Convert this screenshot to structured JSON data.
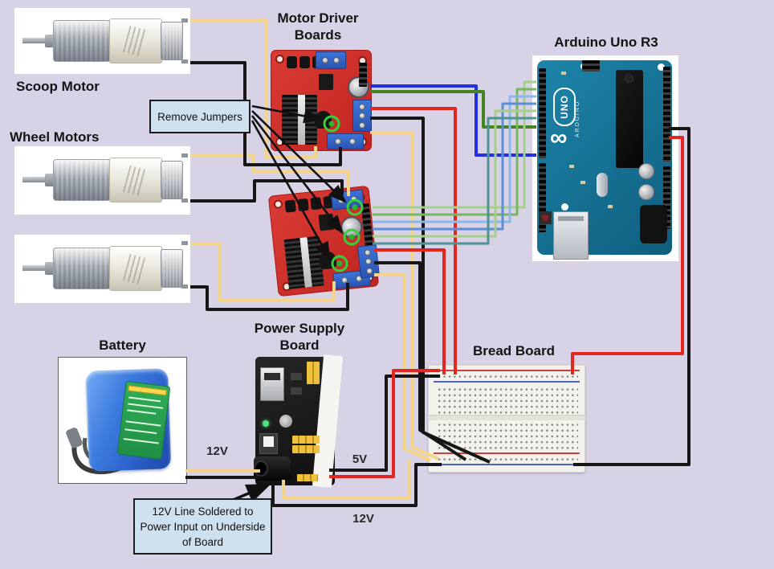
{
  "titles": {
    "motor_driver_boards": "Motor Driver Boards",
    "arduino_uno": "Arduino Uno R3",
    "scoop_motor": "Scoop Motor",
    "wheel_motors": "Wheel Motors",
    "battery": "Battery",
    "power_supply_board": "Power Supply Board",
    "bread_board": "Bread Board"
  },
  "callouts": {
    "remove_jumpers": "Remove Jumpers",
    "solder_note": "12V Line Soldered to Power Input on Underside of Board"
  },
  "wire_labels": {
    "battery_output": "12V",
    "five_volt": "5V",
    "twelve_volt_line": "12V"
  },
  "board_text": {
    "uno": "UNO",
    "arduino": "ARDUINO"
  },
  "icons": {
    "arduino_logo": "∞"
  },
  "colors": {
    "background": "#d8d2e6",
    "callout_fill": "#cfe1ef",
    "wire_yellow": "#f3d488",
    "wire_red": "#e42520",
    "wire_black": "#161616",
    "wire_blue": "#232fe2",
    "wire_dark_green": "#44831f",
    "wire_light_green": "#a6cf8a",
    "wire_green": "#79b75f",
    "wire_light_blue": "#8ab9e9",
    "wire_mid_blue": "#5d8ed8",
    "wire_teal": "#4f9392",
    "jumper_ring": "#35d13a"
  }
}
